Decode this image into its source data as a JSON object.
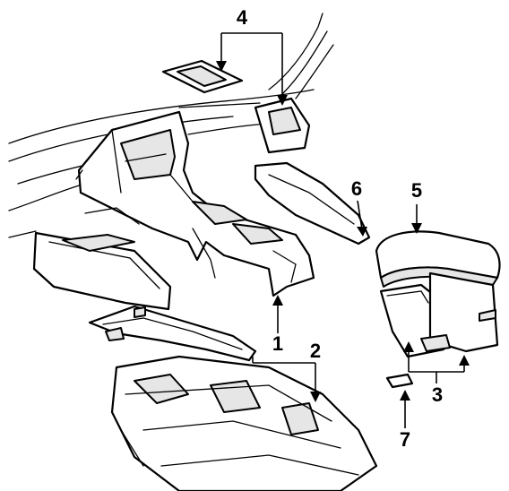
{
  "callouts": [
    {
      "id": "1",
      "label": "1"
    },
    {
      "id": "2",
      "label": "2"
    },
    {
      "id": "3",
      "label": "3"
    },
    {
      "id": "4",
      "label": "4"
    },
    {
      "id": "5",
      "label": "5"
    },
    {
      "id": "6",
      "label": "6"
    },
    {
      "id": "7",
      "label": "7"
    }
  ],
  "colors": {
    "line": "#000000",
    "background": "#ffffff",
    "shade": "#e6e6e6"
  }
}
